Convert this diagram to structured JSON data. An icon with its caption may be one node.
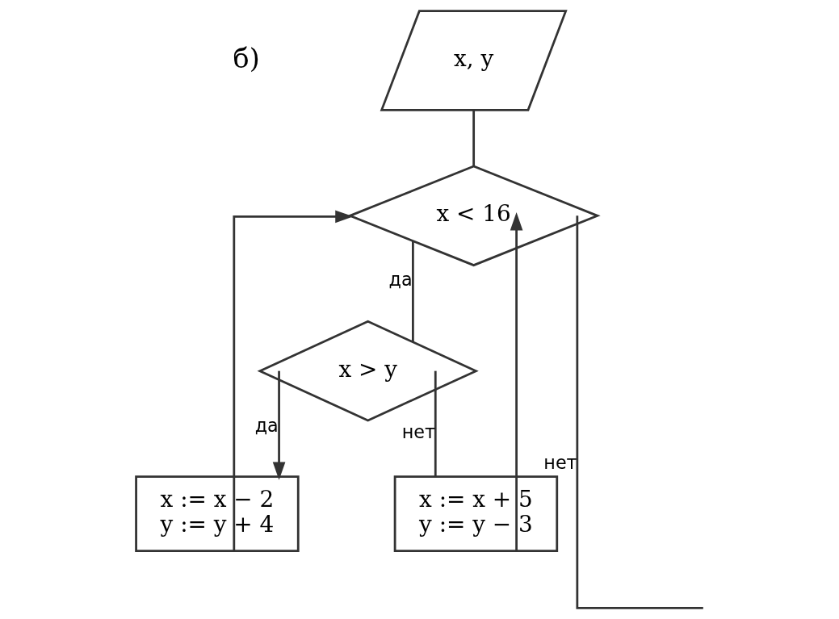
{
  "diagram": {
    "nodes": [
      {
        "text": [
          "x, y"
        ]
      },
      {
        "text": [
          "x < 16"
        ]
      },
      {
        "text": [
          "x > y"
        ]
      },
      {
        "text": [
          "x := x − 2 y := y + 4"
        ]
      },
      {
        "text": [
          "x := x + 5 y := y − 3"
        ]
      }
    ],
    "edges": [
      {
        "from": 0,
        "to": 1,
        "arrow": "none"
      },
      {
        "from": 1,
        "to": 2,
        "arrow": "none",
        "label": "да"
      },
      {
        "from": 1,
        "to": null,
        "arrow": "none",
        "label": "нет"
      },
      {
        "from": 2,
        "to": 3,
        "arrow": "to",
        "label": "да"
      },
      {
        "from": 2,
        "to": 4,
        "arrow": "none",
        "label": "нет"
      },
      {
        "from": 3,
        "to": 1,
        "arrow": "to"
      },
      {
        "from": 4,
        "to": 1,
        "arrow": "to"
      }
    ],
    "labels": [
      "б)"
    ]
  }
}
